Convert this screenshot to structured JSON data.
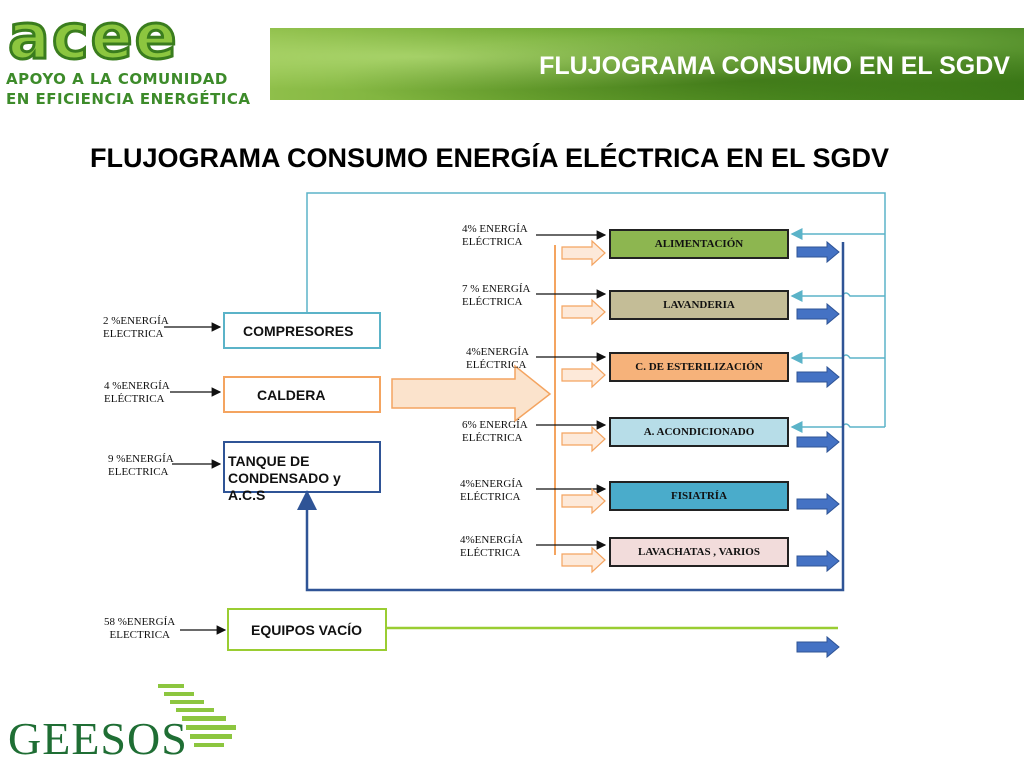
{
  "header": {
    "title": "FLUJOGRAMA CONSUMO EN EL SGDV",
    "logo_text": "acee",
    "logo_line1": "APOYO A LA COMUNIDAD",
    "logo_line2": "EN EFICIENCIA ENERGÉTICA"
  },
  "main_title": "FLUJOGRAMA CONSUMO ENERGÍA ELÉCTRICA EN EL SGDV",
  "left_nodes": [
    {
      "label": "COMPRESORES",
      "input_pct": "2 %",
      "input_label_1": "ENERGÍA",
      "input_label_2": "ELECTRICA",
      "border": "#5bb3c8"
    },
    {
      "label": "CALDERA",
      "input_pct": "4 %",
      "input_label_1": "ENERGÍA",
      "input_label_2": "ELÉCTRICA",
      "border": "#f4a460"
    },
    {
      "label_line1": "TANQUE DE",
      "label_line2": "CONDENSADO y A.C.S",
      "input_pct": "9 %",
      "input_label_1": "ENERGÍA",
      "input_label_2": "ELECTRICA",
      "border": "#2f5496"
    },
    {
      "label": "EQUIPOS VACÍO",
      "input_pct": "58 %",
      "input_label_1": "ENERGÍA",
      "input_label_2": "ELECTRICA",
      "border": "#9acd32"
    }
  ],
  "right_nodes": [
    {
      "label": "ALIMENTACIÓN",
      "input_pct": "4%",
      "input_label_1": "ENERGÍA",
      "input_label_2": "ELÉCTRICA",
      "fill": "#8db650"
    },
    {
      "label": "LAVANDERIA",
      "input_pct": "7 %",
      "input_label_1": "ENERGÍA",
      "input_label_2": "ELÉCTRICA",
      "fill": "#c4bd97"
    },
    {
      "label": "C. DE ESTERILIZACIÓN",
      "input_pct": "4%",
      "input_label_1": "ENERGÍA",
      "input_label_2": "ELÉCTRICA",
      "fill": "#f6b27a"
    },
    {
      "label": "A.   ACONDICIONADO",
      "input_pct": "6%",
      "input_label_1": "ENERGÍA",
      "input_label_2": "ELÉCTRICA",
      "fill": "#b7dde8"
    },
    {
      "label": "FISIATRÍA",
      "input_pct": "4%",
      "input_label_1": "ENERGÍA",
      "input_label_2": "ELÉCTRICA",
      "fill": "#4aaccb"
    },
    {
      "label": "LAVACHATAS , VARIOS",
      "input_pct": "4%",
      "input_label_1": "ENERGÍA",
      "input_label_2": "ELÉCTRICA",
      "fill": "#f2dcdb"
    }
  ],
  "footer": {
    "logo_text": "GEESOS"
  },
  "colors": {
    "flow_blue": "#2f5496",
    "flow_cyan": "#5bb3c8",
    "arrow_orange": "#f4a460",
    "arrow_blue": "#4472c4",
    "line_green": "#9acd32"
  }
}
